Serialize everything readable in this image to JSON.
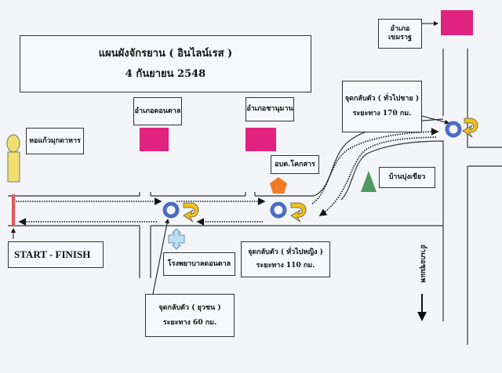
{
  "title": {
    "line1": "แผนผังจักรยาน ( อินไลน์เรส )",
    "line2": "4  กันยายน  2548"
  },
  "labels": {
    "khemarat": "อำเภอเขมราฐ",
    "donkan": "อำเภอดอนตาล",
    "chanuman": "อำเภอชานุมาน",
    "ho_kaew": "หอแก้วมุกดาหาร",
    "obt": "อบต.โคกสาร",
    "ban_bung": "บ้านบุ่งเขียว",
    "hospital": "โรงพยาบาลดอนตาล",
    "start_finish": "START - FINISH",
    "direction": "อำเภอชุมแพ"
  },
  "turnpoints": [
    {
      "name": "จุดกลับตัว ( ทั่วไปชาย )",
      "distance": "ระยะทาง 170 กม."
    },
    {
      "name": "จุดกลับตัว ( ทั่วไปหญิง )",
      "distance": "ระยะทาง 110 กม."
    },
    {
      "name": "จุดกลับตัว ( ยุวชน )",
      "distance": "ระยะทาง 60 กม."
    }
  ],
  "colors": {
    "district": "#e0237f",
    "roundabout": "#4a6cc4",
    "uturn": "#f2c21a",
    "hospital": "#bde0f5",
    "pentagon": "#f07a25",
    "triangle": "#4f9a62",
    "tower": "#efe070",
    "start": "#e25555"
  }
}
